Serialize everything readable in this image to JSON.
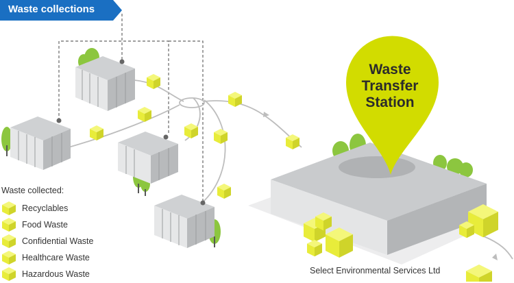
{
  "banner": {
    "label": "Waste collections",
    "color": "#1a6fc2"
  },
  "pin": {
    "lines": [
      "Waste",
      "Transfer",
      "Station"
    ],
    "color": "#d2dc00"
  },
  "legend": {
    "title": "Waste collected:",
    "items": [
      {
        "label": "Recyclables"
      },
      {
        "label": "Food Waste"
      },
      {
        "label": "Confidential Waste"
      },
      {
        "label": "Healthcare Waste"
      },
      {
        "label": "Hazardous Waste"
      }
    ]
  },
  "company": "Select Environmental Services Ltd",
  "colors": {
    "cube": "#e8ec3a",
    "tree": "#8cc63f",
    "building": "#cfd1d3"
  }
}
